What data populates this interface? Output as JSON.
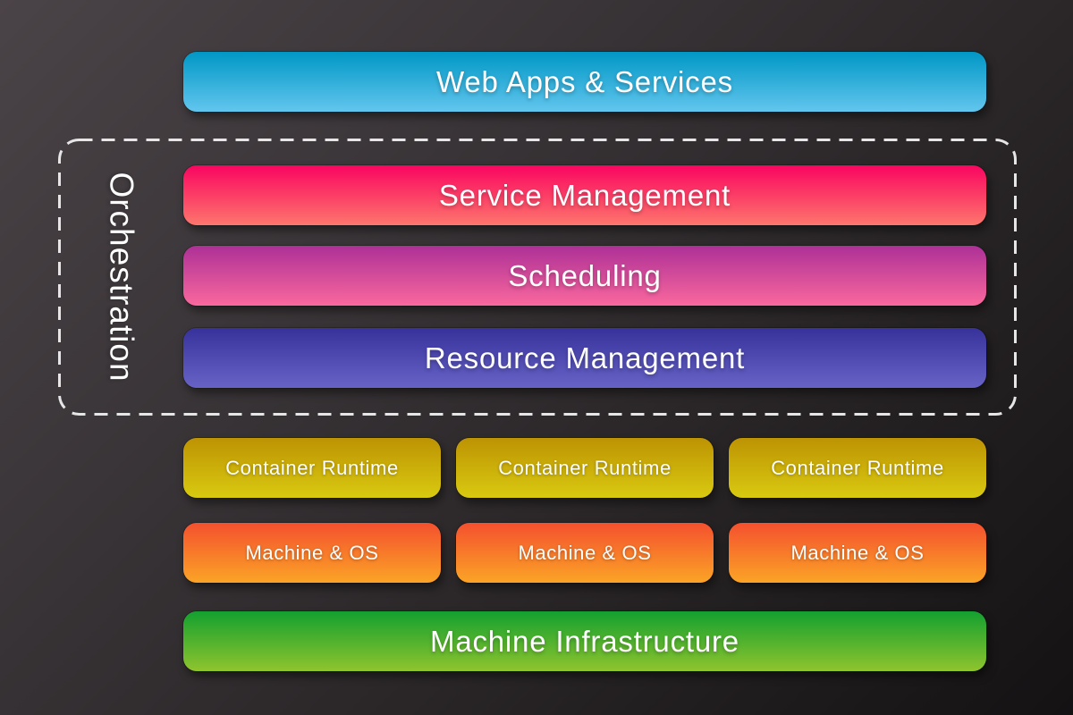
{
  "diagram": {
    "description": "Container orchestration stack diagram",
    "colors": {
      "background_top_left": "#474043",
      "background_bottom_right": "#141213",
      "dashed_border": "#e6e6e6",
      "label_text": "#ffffff",
      "web_apps_gradient": [
        "#0097c5",
        "#62c6ee"
      ],
      "service_management_gradient": [
        "#fa0560",
        "#fd766d"
      ],
      "scheduling_gradient": [
        "#ad3097",
        "#fa689d"
      ],
      "resource_management_gradient": [
        "#37329b",
        "#6763c6"
      ],
      "container_runtime_gradient": [
        "#bd9303",
        "#d9ca10"
      ],
      "machine_os_gradient": [
        "#f4502e",
        "#fba426"
      ],
      "machine_infrastructure_gradient": [
        "#13a02f",
        "#8fc42e"
      ]
    },
    "stack": {
      "web_apps": {
        "label": "Web Apps & Services"
      },
      "orchestration": {
        "group_label": "Orchestration",
        "service_management": {
          "label": "Service Management"
        },
        "scheduling": {
          "label": "Scheduling"
        },
        "resource_management": {
          "label": "Resource Management"
        }
      },
      "container_runtime": {
        "label": "Container Runtime",
        "count": 3
      },
      "machine_os": {
        "label": "Machine & OS",
        "count": 3
      },
      "machine_infrastructure": {
        "label": "Machine Infrastructure"
      }
    }
  }
}
